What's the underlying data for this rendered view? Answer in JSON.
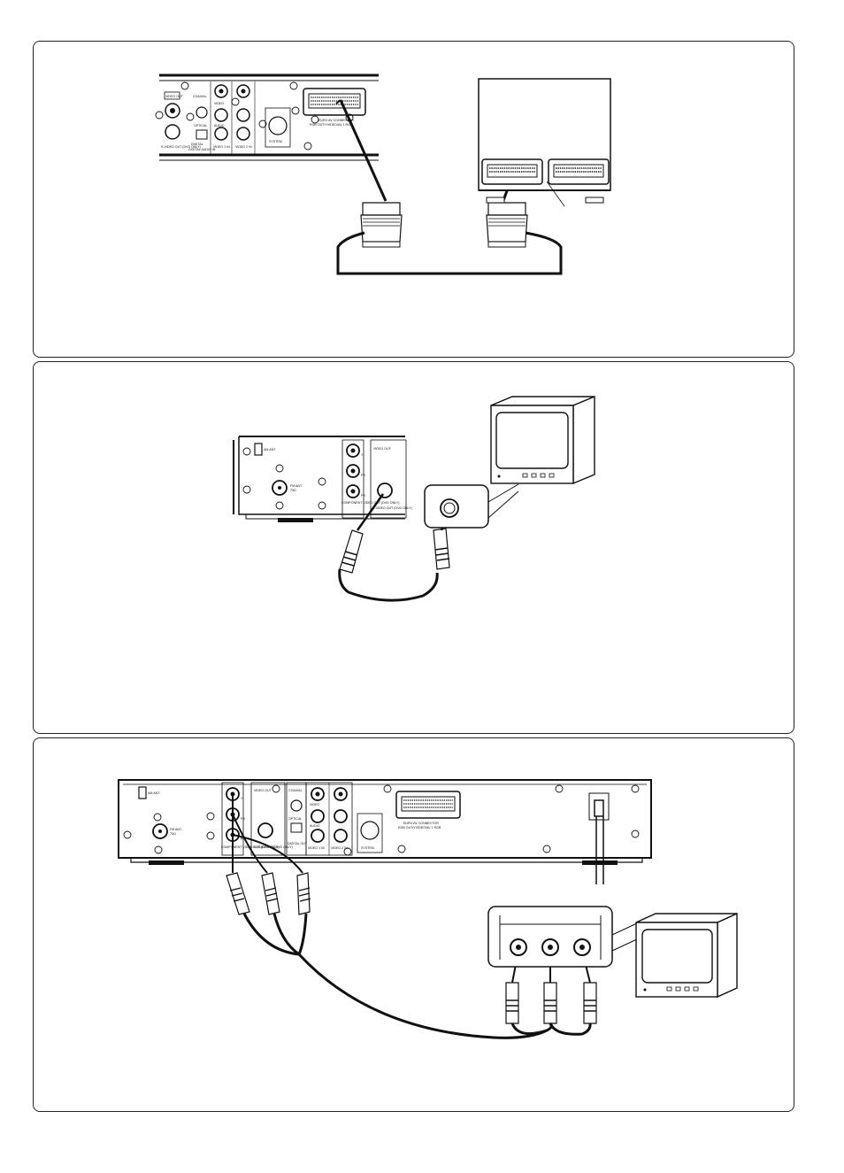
{
  "panels": [
    {
      "device_labels": {
        "video_out": "VIDEO OUT",
        "svideo_out": "S-VIDEO OUT (DVD ONLY)",
        "coaxial": "COAXIAL",
        "digital_out": "DIGITAL",
        "optical": "OPTICAL",
        "digital_audio_in": "DIGITAL AUDIO IN",
        "video": "VIDEO",
        "audio": "AUDIO",
        "video1_in": "VIDEO 1 IN",
        "video2_in": "VIDEO 2 IN",
        "system": "SYSTEM",
        "euro_av": "EURO AV CONNECTOR",
        "rgb_out": "RGB OUT/YVIDEO/AV 1 RGB"
      }
    },
    {
      "device_labels": {
        "am_ant": "AM ANT.",
        "fm_ant": "FM ANT.",
        "fm_ohm": "75Ω",
        "y": "Y",
        "pb": "PB",
        "pr": "PR",
        "video_out": "VIDEO OUT",
        "component_video_out": "COMPONENT VIDEO OUT (DVD ONLY)",
        "svideo_out": "S-VIDEO OUT (DVD ONLY)"
      }
    },
    {
      "device_labels": {
        "am_ant": "AM ANT.",
        "fm_ant": "FM ANT.",
        "fm_ohm": "75Ω",
        "y": "Y",
        "pb": "PB",
        "pr": "PR",
        "video_out": "VIDEO OUT",
        "component_video_out": "COMPONENT VIDEO OUT (DVD ONLY)",
        "svideo_out": "S-VIDEO OUT (DVD ONLY)",
        "coaxial": "COAXIAL",
        "digital_out": "DIGITAL OUT",
        "optical": "OPTICAL",
        "video": "VIDEO",
        "audio": "AUDIO",
        "video1_in": "VIDEO 1 IN",
        "video2_in": "VIDEO 2 IN",
        "system": "SYSTEM",
        "euro_av": "EURO AV CONNECTOR",
        "rgb_out": "RGB OUT/YVIDEO/AV 1 RGB"
      }
    }
  ]
}
